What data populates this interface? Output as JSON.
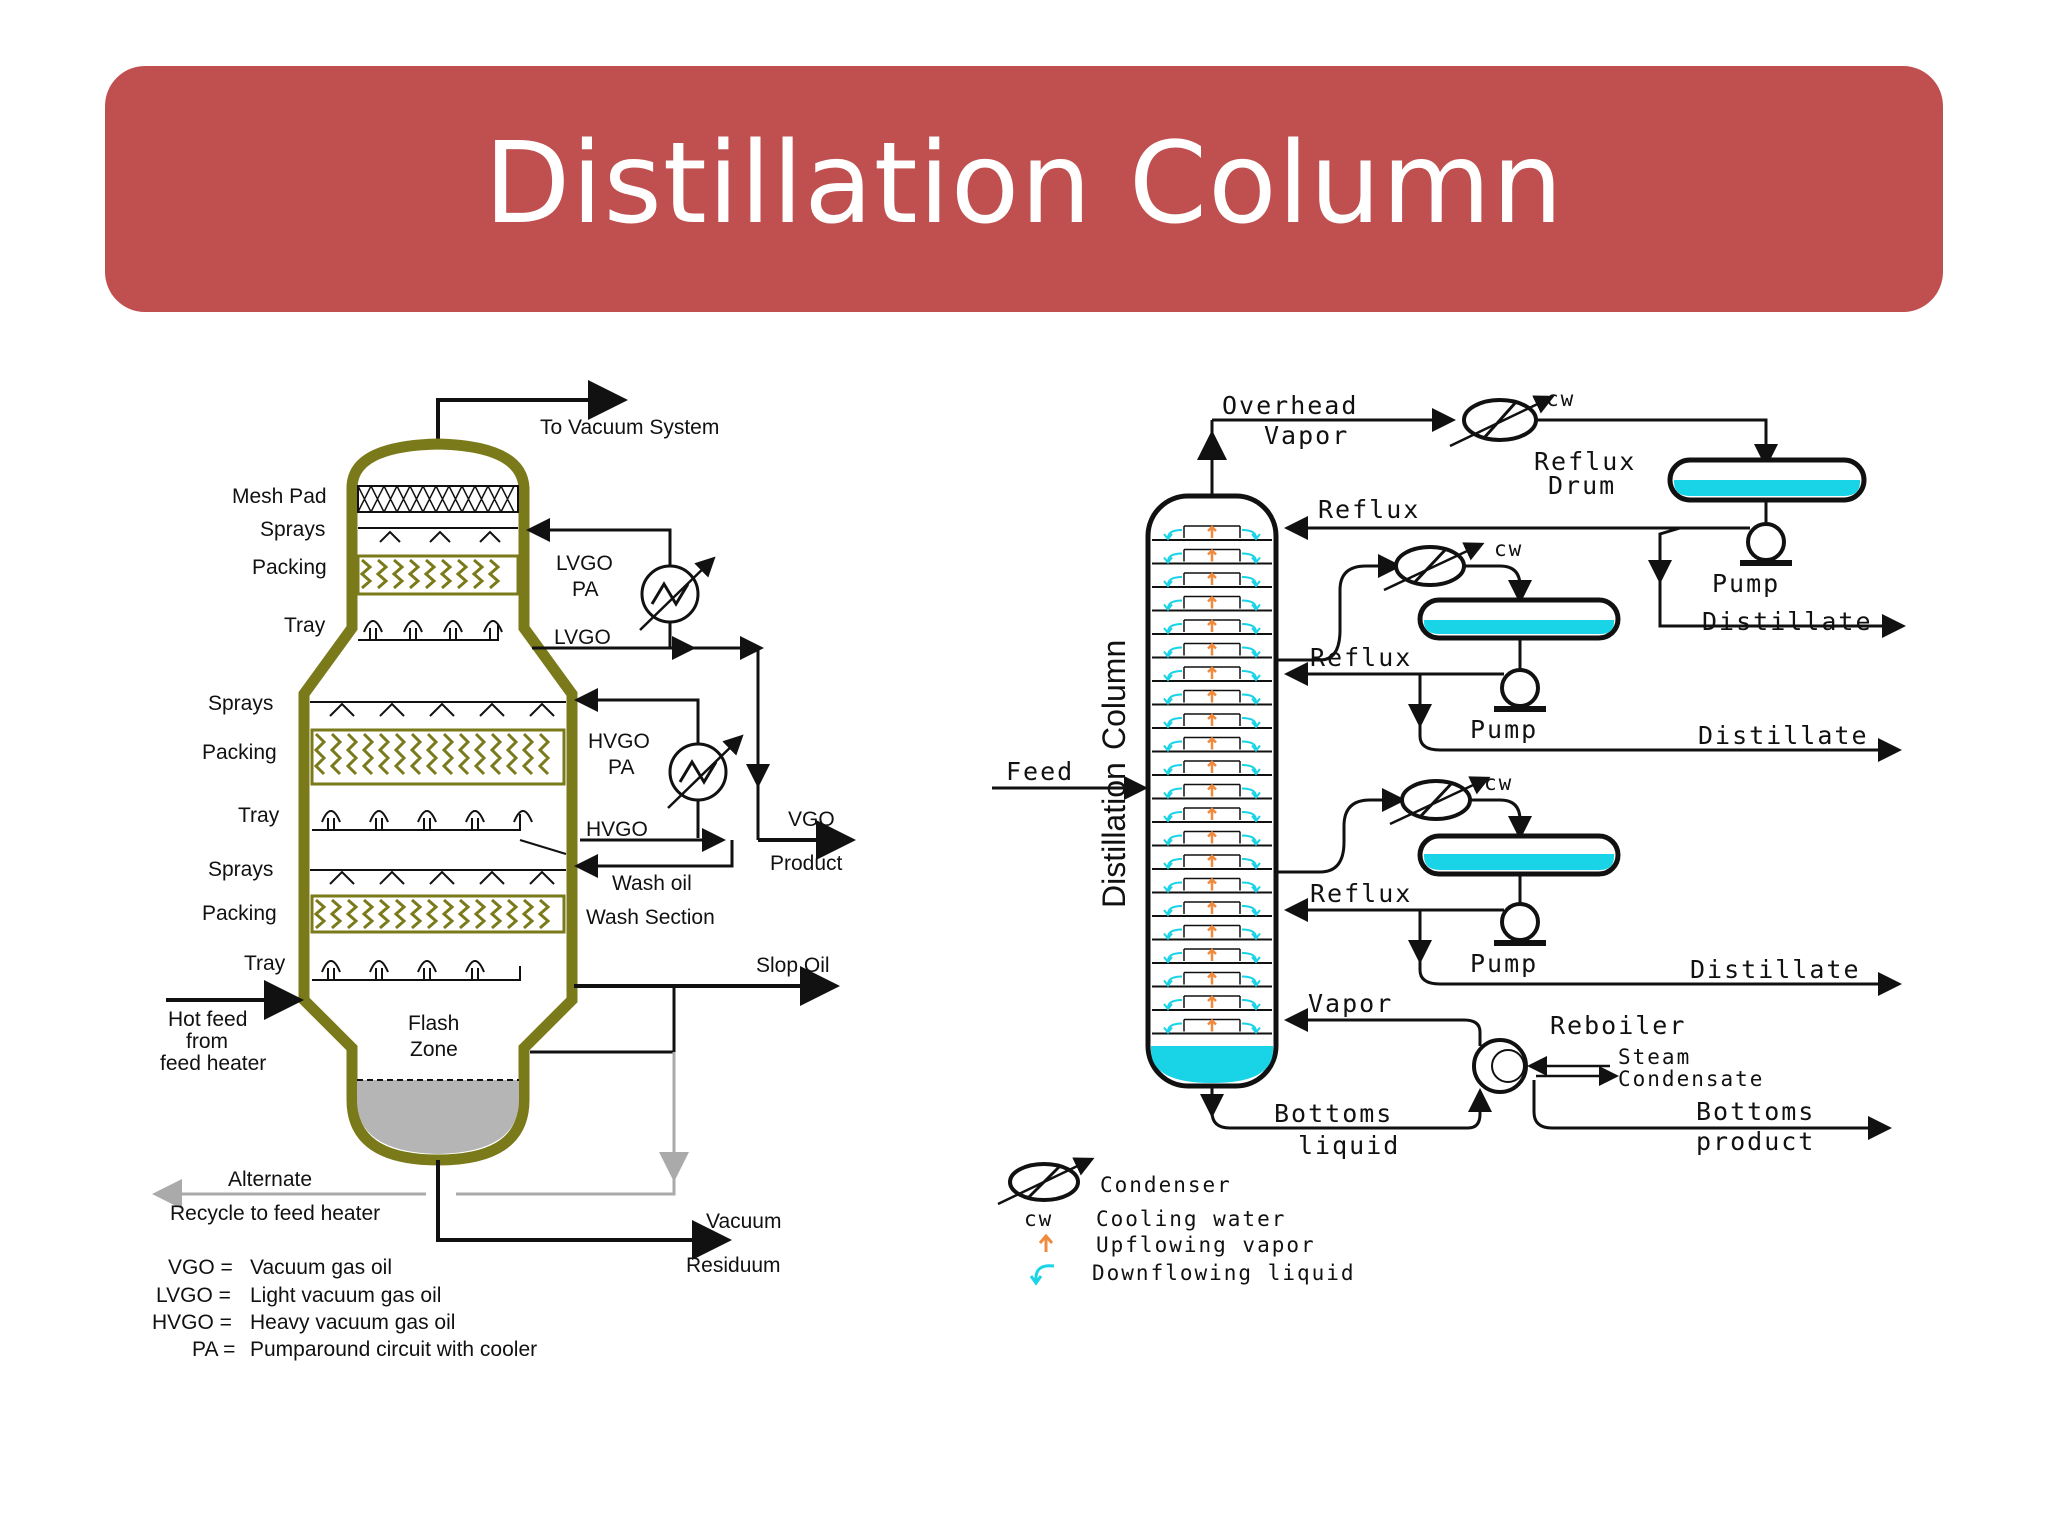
{
  "slide": {
    "title": "Distillation Column"
  },
  "left_diagram": {
    "top": {
      "to_vacuum": "To Vacuum System"
    },
    "sections": {
      "mesh_pad": "Mesh Pad",
      "sprays_1": "Sprays",
      "packing_1": "Packing",
      "tray_1": "Tray",
      "sprays_2": "Sprays",
      "packing_2": "Packing",
      "tray_2": "Tray",
      "sprays_3": "Sprays",
      "packing_3": "Packing",
      "tray_3": "Tray"
    },
    "streams": {
      "lvgo_pa_1": "LVGO",
      "lvgo_pa_2": "PA",
      "lvgo": "LVGO",
      "hvgo_pa_1": "HVGO",
      "hvgo_pa_2": "PA",
      "hvgo": "HVGO",
      "vgo": "VGO",
      "product": "Product",
      "wash_oil": "Wash oil",
      "wash_section": "Wash Section",
      "slop_oil": "Slop Oil",
      "hot_feed_1": "Hot feed",
      "hot_feed_2": "from",
      "hot_feed_3": "feed heater",
      "flash_zone_1": "Flash",
      "flash_zone_2": "Zone",
      "alternate": "Alternate",
      "recycle": "Recycle  to  feed heater",
      "vacuum": "Vacuum",
      "residuum": "Residuum"
    },
    "glossary": [
      {
        "abbr": "VGO =",
        "text": "Vacuum gas oil"
      },
      {
        "abbr": "LVGO =",
        "text": "Light vacuum gas oil"
      },
      {
        "abbr": "HVGO =",
        "text": "Heavy vacuum gas oil"
      },
      {
        "abbr": "PA =",
        "text": "Pumparound circuit with cooler"
      }
    ]
  },
  "right_diagram": {
    "overhead_1": "Overhead",
    "overhead_2": "Vapor",
    "cw_labels": [
      "cw",
      "cw",
      "cw"
    ],
    "reflux_drum_1": "Reflux",
    "reflux_drum_2": "Drum",
    "reflux_labels": [
      "Reflux",
      "Reflux",
      "Reflux"
    ],
    "pump_labels": [
      "Pump",
      "Pump",
      "Pump"
    ],
    "distillate_labels": [
      "Distillate",
      "Distillate",
      "Distillate"
    ],
    "feed": "Feed",
    "column_label_1": "Distillation",
    "column_label_2": "Column",
    "vapor": "Vapor",
    "reboiler": "Reboiler",
    "steam": "Steam",
    "condensate": "Condensate",
    "bottoms_liquid_1": "Bottoms",
    "bottoms_liquid_2": "liquid",
    "bottoms_product_1": "Bottoms",
    "bottoms_product_2": "product",
    "legend": {
      "condenser": "Condenser",
      "cw_abbr": "cw",
      "cooling_water": "Cooling water",
      "upflowing": "Upflowing vapor",
      "downflowing": "Downflowing liquid"
    }
  },
  "colors": {
    "banner": "#c05050",
    "column_olive": "#7a7a1a",
    "liquid_cyan": "#19d3e6",
    "vapor_orange": "#f08a3c",
    "residue_gray": "#b5b5b5"
  }
}
